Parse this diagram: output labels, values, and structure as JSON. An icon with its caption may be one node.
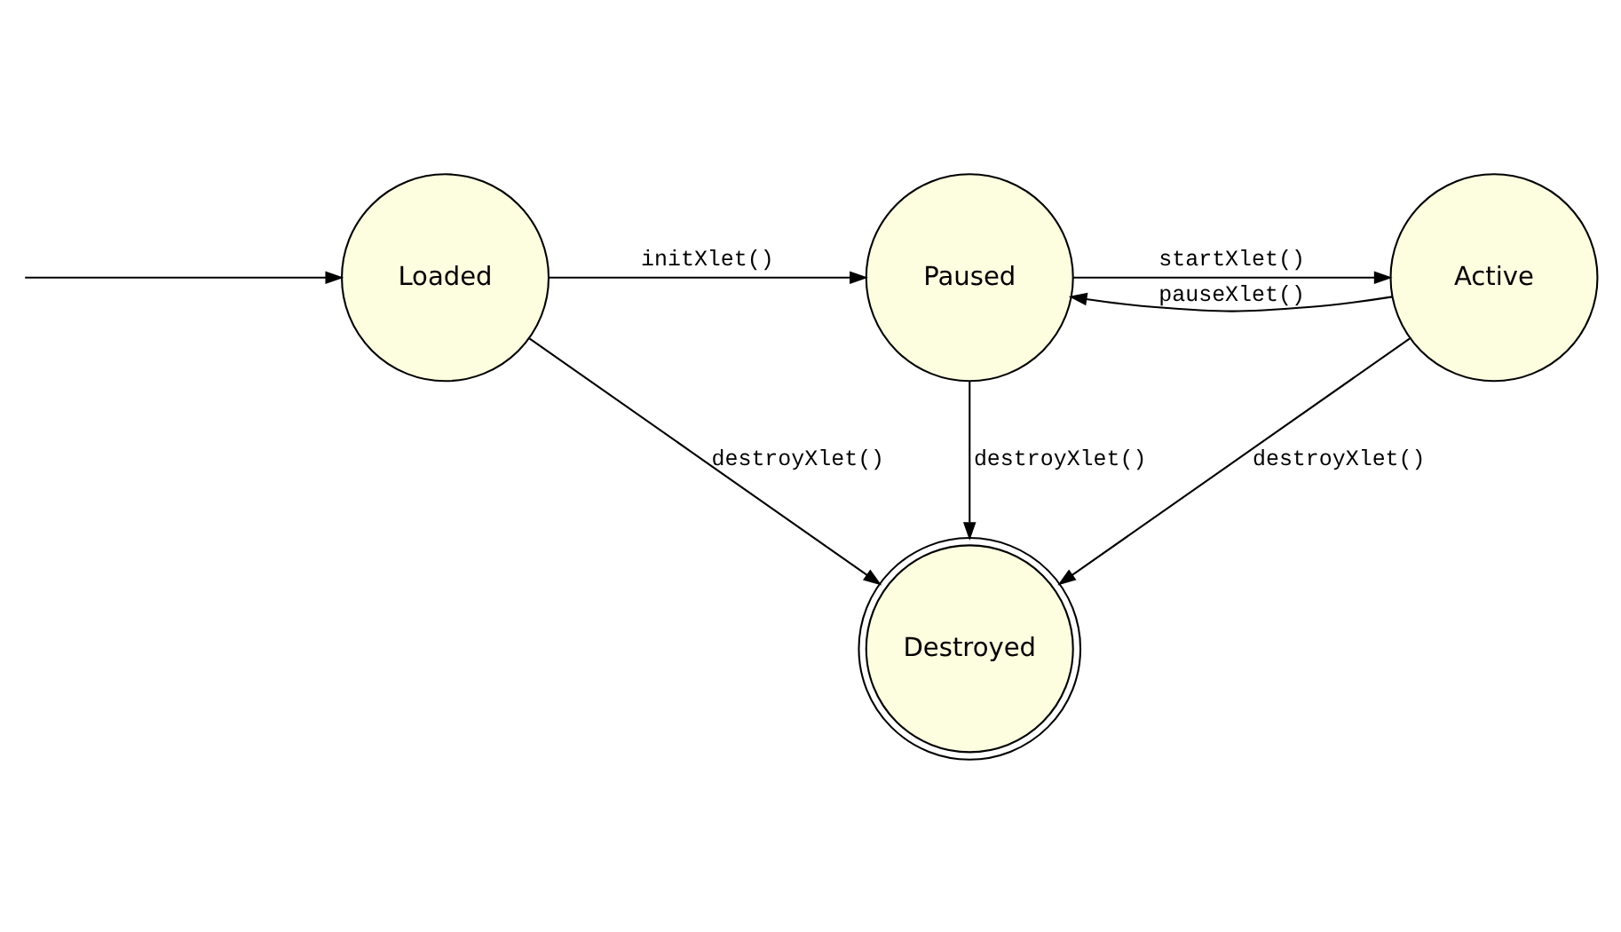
{
  "diagram": {
    "nodes": [
      {
        "text": [
          "Loaded"
        ]
      },
      {
        "text": [
          "Paused"
        ]
      },
      {
        "text": [
          "Active"
        ]
      },
      {
        "text": [
          "Destroyed"
        ]
      }
    ],
    "edges": [
      {
        "from": null,
        "to": 0,
        "arrow": "to"
      },
      {
        "from": 0,
        "to": 1,
        "arrow": "to",
        "label": "initXlet()"
      },
      {
        "from": 1,
        "to": 2,
        "arrow": "to",
        "label": "startXlet()"
      },
      {
        "from": 2,
        "to": 1,
        "arrow": "to",
        "label": "pauseXlet()"
      },
      {
        "from": 0,
        "to": 3,
        "arrow": "to",
        "label": "destroyXlet()"
      },
      {
        "from": 1,
        "to": 3,
        "arrow": "to",
        "label": "destroyXlet()"
      },
      {
        "from": 2,
        "to": 3,
        "arrow": "to",
        "label": "destroyXlet()"
      }
    ]
  }
}
